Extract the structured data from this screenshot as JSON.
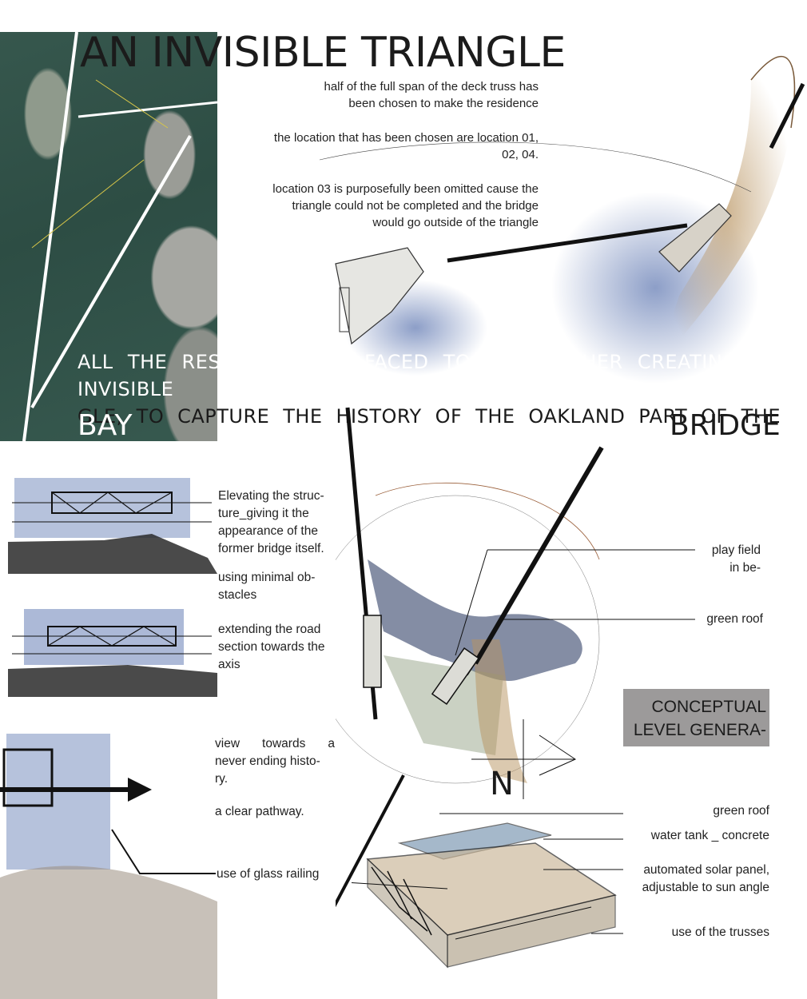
{
  "title": "AN INVISIBLE TRIANGLE",
  "intro": {
    "p1_line1": "half of the full span of the deck truss has",
    "p1_line2": "been chosen to make the residence",
    "p2_line1": "the location that has been chosen are location 01,",
    "p2_line2": "02, 04.",
    "p3_line1": "location 03 is purposefully been omitted cause the",
    "p3_line2": "triangle could not be completed and the bridge",
    "p3_line3": "would go outside of the triangle"
  },
  "banner": {
    "part_white": "ALL THE RESIDENCE ARE FACED TO EACH OTHER CREATING AN INVISIBLE TRIAN-",
    "line2": "GLE, TO CAPTURE THE HISTORY OF THE OAKLAND PART OF THE",
    "bay": "BAY",
    "bridge": "BRIDGE"
  },
  "notes": {
    "elevating": "Elevating the structure_giving it the appearance of the former bridge itself.",
    "elevating_l1": "Elevating the struc-",
    "elevating_l2": "ture_giving it the",
    "elevating_l3": "appearance of the",
    "elevating_l4": "former bridge itself.",
    "minimal_l1": "using minimal ob-",
    "minimal_l2": "stacles",
    "extending_l1": "extending the road",
    "extending_l2": "section towards the",
    "extending_l3": "axis",
    "view_l1": "view towards a",
    "view_l2": "never ending histo-",
    "view_l3": "ry.",
    "pathway": "a clear pathway.",
    "railing": "use of glass railing"
  },
  "labels": {
    "play_field_l1": "play field",
    "play_field_l2": "in be-",
    "green_roof_plan": "green roof",
    "green_roof_iso": "green roof",
    "water_tank": "water tank _ concrete",
    "solar_l1": "automated solar panel,",
    "solar_l2": "adjustable to sun angle",
    "trusses": "use of the trusses"
  },
  "concept_box": {
    "line1": "CONCEPTUAL",
    "line2": "LEVEL GENERA-"
  },
  "north": "N",
  "colors": {
    "map_water": "#2f4f46",
    "sketch_blue": "#2f4f9a",
    "sketch_ochre": "#b8935f",
    "concept_box": "#9c9a9a",
    "ink": "#1a1a1a"
  }
}
